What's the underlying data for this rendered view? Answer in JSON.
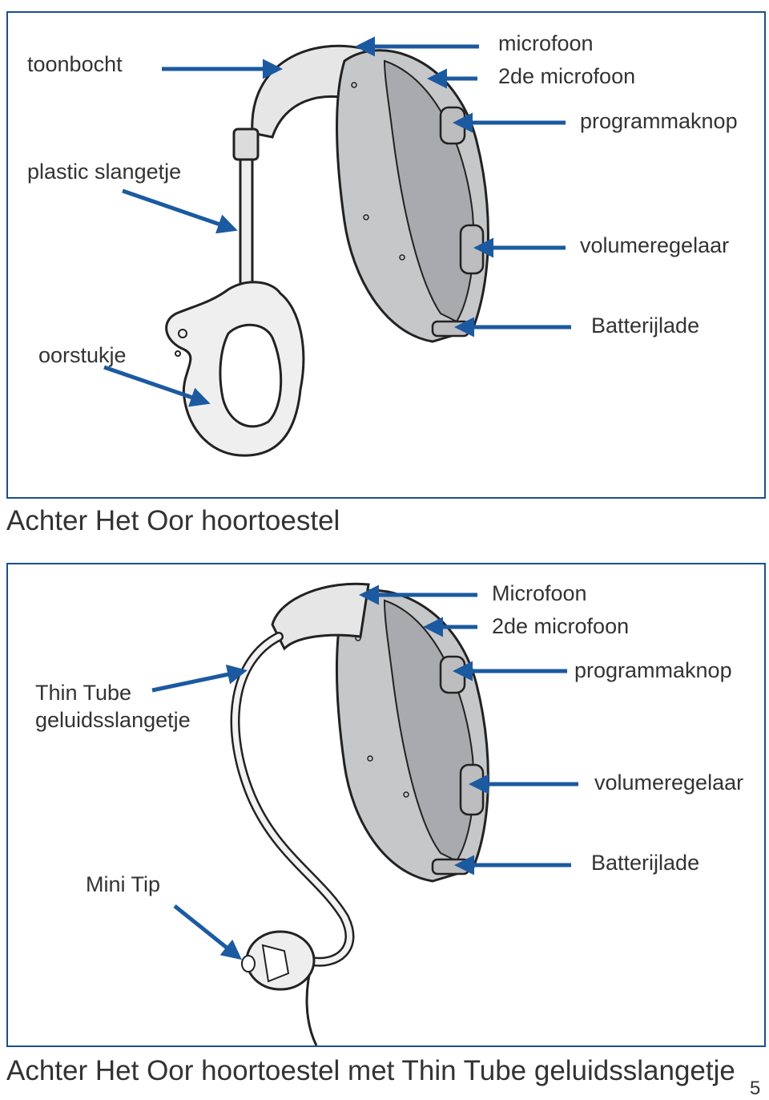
{
  "panel1": {
    "caption": "Achter Het Oor hoortoestel",
    "labels": {
      "toonbocht": "toonbocht",
      "plastic_slangetje": "plastic slangetje",
      "oorstukje": "oorstukje",
      "microfoon": "microfoon",
      "tweede_microfoon": "2de microfoon",
      "programmaknop": "programmaknop",
      "volumeregelaar": "volumeregelaar",
      "batterijlade": "Batterijlade"
    }
  },
  "panel2": {
    "caption": "Achter Het Oor hoortoestel met Thin Tube geluidsslangetje",
    "labels": {
      "thin_tube_line1": "Thin Tube",
      "thin_tube_line2": "geluidsslangetje",
      "mini_tip": "Mini Tip",
      "microfoon": "Microfoon",
      "tweede_microfoon": "2de microfoon",
      "programmaknop": "programmaknop",
      "volumeregelaar": "volumeregelaar",
      "batterijlade": "Batterijlade"
    }
  },
  "page_number": "5",
  "colors": {
    "arrow": "#1b5aa0",
    "frame": "#1a4f8f",
    "device_body": "#c6c7c9",
    "device_face": "#a9aaad"
  }
}
